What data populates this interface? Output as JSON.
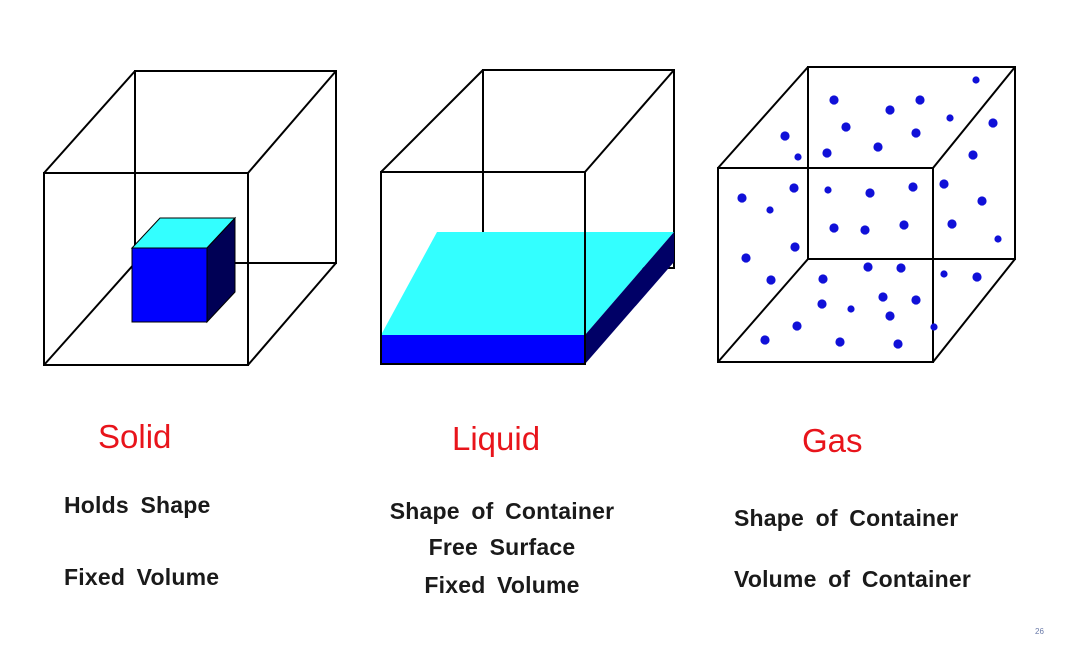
{
  "colors": {
    "title": "#e8141b",
    "text": "#1a1a1a",
    "outline": "#000000",
    "solid_front": "#0000ff",
    "solid_top": "#33ffff",
    "solid_side": "#000055",
    "liquid_surface": "#33ffff",
    "liquid_front": "#0000ff",
    "liquid_side": "#000066",
    "gas_particle": "#1010d8"
  },
  "states": [
    {
      "id": "solid",
      "title": "Solid",
      "properties": [
        "Holds Shape",
        "Fixed Volume"
      ]
    },
    {
      "id": "liquid",
      "title": "Liquid",
      "properties": [
        "Shape of Container",
        "Free Surface",
        "Fixed Volume"
      ]
    },
    {
      "id": "gas",
      "title": "Gas",
      "properties": [
        "Shape of Container",
        "Volume of Container"
      ]
    }
  ],
  "page_number": "26"
}
